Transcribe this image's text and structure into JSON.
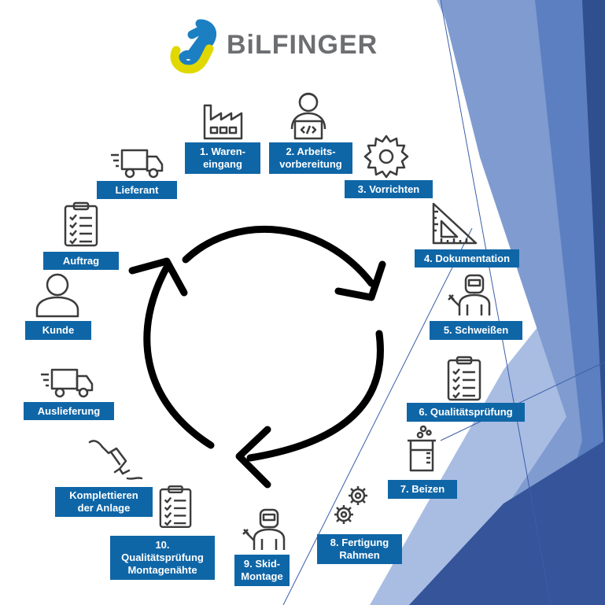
{
  "brand": {
    "name": "BiLFINGER",
    "colors": {
      "logo_blue": "#1c7fc2",
      "logo_yellow": "#e1d800",
      "logo_text": "#6d6e71"
    }
  },
  "colors": {
    "label_bg": "#0f66a7",
    "arrow": "#000000",
    "icon": "#3c3c3c",
    "bg_dark": "#2f4f8f",
    "bg_mid": "#5b7fc0",
    "bg_light": "#a9bde3"
  },
  "steps": [
    {
      "id": "wareneingang",
      "label": "1.  Waren-\neingang",
      "icon": "factory-icon"
    },
    {
      "id": "arbeitsvorbereitung",
      "label": "2. Arbeits-\nvorbereitung",
      "icon": "programmer-icon"
    },
    {
      "id": "vorrichten",
      "label": "3. Vorrichten",
      "icon": "saw-blade-icon"
    },
    {
      "id": "dokumentation",
      "label": "4. Dokumentation",
      "icon": "set-square-icon"
    },
    {
      "id": "schweissen",
      "label": "5. Schweißen",
      "icon": "welder-icon"
    },
    {
      "id": "qualitaetspruefung",
      "label": "6. Qualitätsprüfung",
      "icon": "checklist-icon"
    },
    {
      "id": "beizen",
      "label": "7. Beizen",
      "icon": "beaker-icon"
    },
    {
      "id": "fertigung-rahmen",
      "label": "8. Fertigung\nRahmen",
      "icon": "gears-icon"
    },
    {
      "id": "skid-montage",
      "label": "9. Skid-\nMontage",
      "icon": "welder-icon"
    },
    {
      "id": "qualitaetspruefung-montagenaehte",
      "label": "10.\nQualitätsprüfung\nMontagenähte",
      "icon": "checklist-icon"
    },
    {
      "id": "komplettieren",
      "label": "Komplettieren\nder Anlage",
      "icon": "plug-icon"
    },
    {
      "id": "auslieferung",
      "label": "Auslieferung",
      "icon": "truck-icon"
    },
    {
      "id": "kunde",
      "label": "Kunde",
      "icon": "person-icon"
    },
    {
      "id": "auftrag",
      "label": "Auftrag",
      "icon": "checklist-icon"
    },
    {
      "id": "lieferant",
      "label": "Lieferant",
      "icon": "truck-icon"
    }
  ]
}
